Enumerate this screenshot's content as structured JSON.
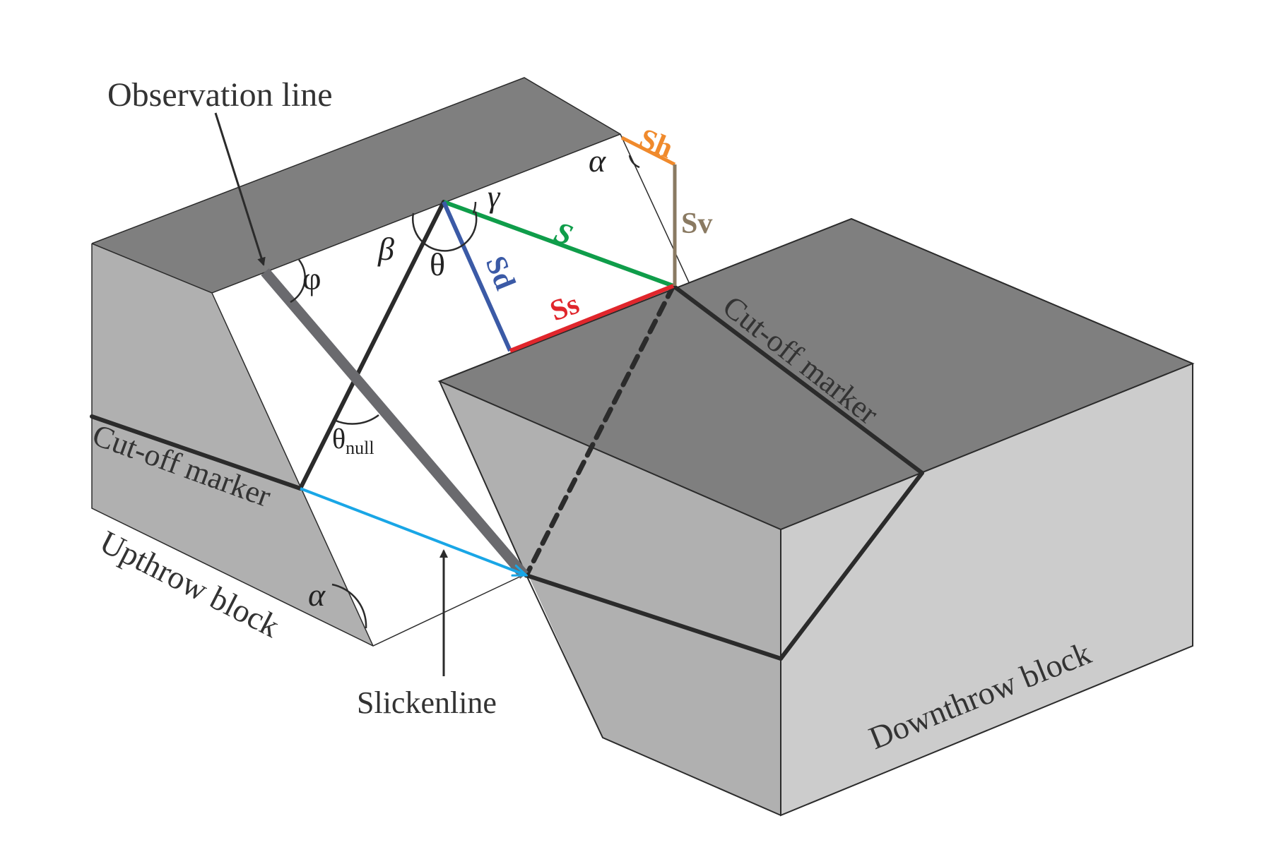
{
  "labels": {
    "observation_line": "Observation line",
    "slickenline": "Slickenline",
    "upthrow_block": "Upthrow block",
    "downthrow_block": "Downthrow block",
    "cutoff_marker_left": "Cut-off marker",
    "cutoff_marker_right": "Cut-off marker"
  },
  "vectors": {
    "s": "S",
    "sd": "Sd",
    "ss": "Ss",
    "sh": "Sh",
    "sv": "Sv"
  },
  "angles": {
    "alpha_top": "α",
    "alpha_bottom": "α",
    "gamma": "γ",
    "beta": "β",
    "theta": "θ",
    "phi": "φ",
    "theta_null_symbol": "θ",
    "theta_null_subscript": "null"
  },
  "colors": {
    "block_top": "#7f7f7f",
    "block_side_dark": "#b0b0b0",
    "block_side_light": "#cccccc",
    "outline": "#2b2b2b",
    "s": "#0f9d4a",
    "sd": "#3b5aa6",
    "ss": "#e0262c",
    "sh": "#f08a2c",
    "sv": "#8a7a62",
    "slip_arrow": "#19a6e6",
    "observation_line": "#6a6a6e"
  }
}
